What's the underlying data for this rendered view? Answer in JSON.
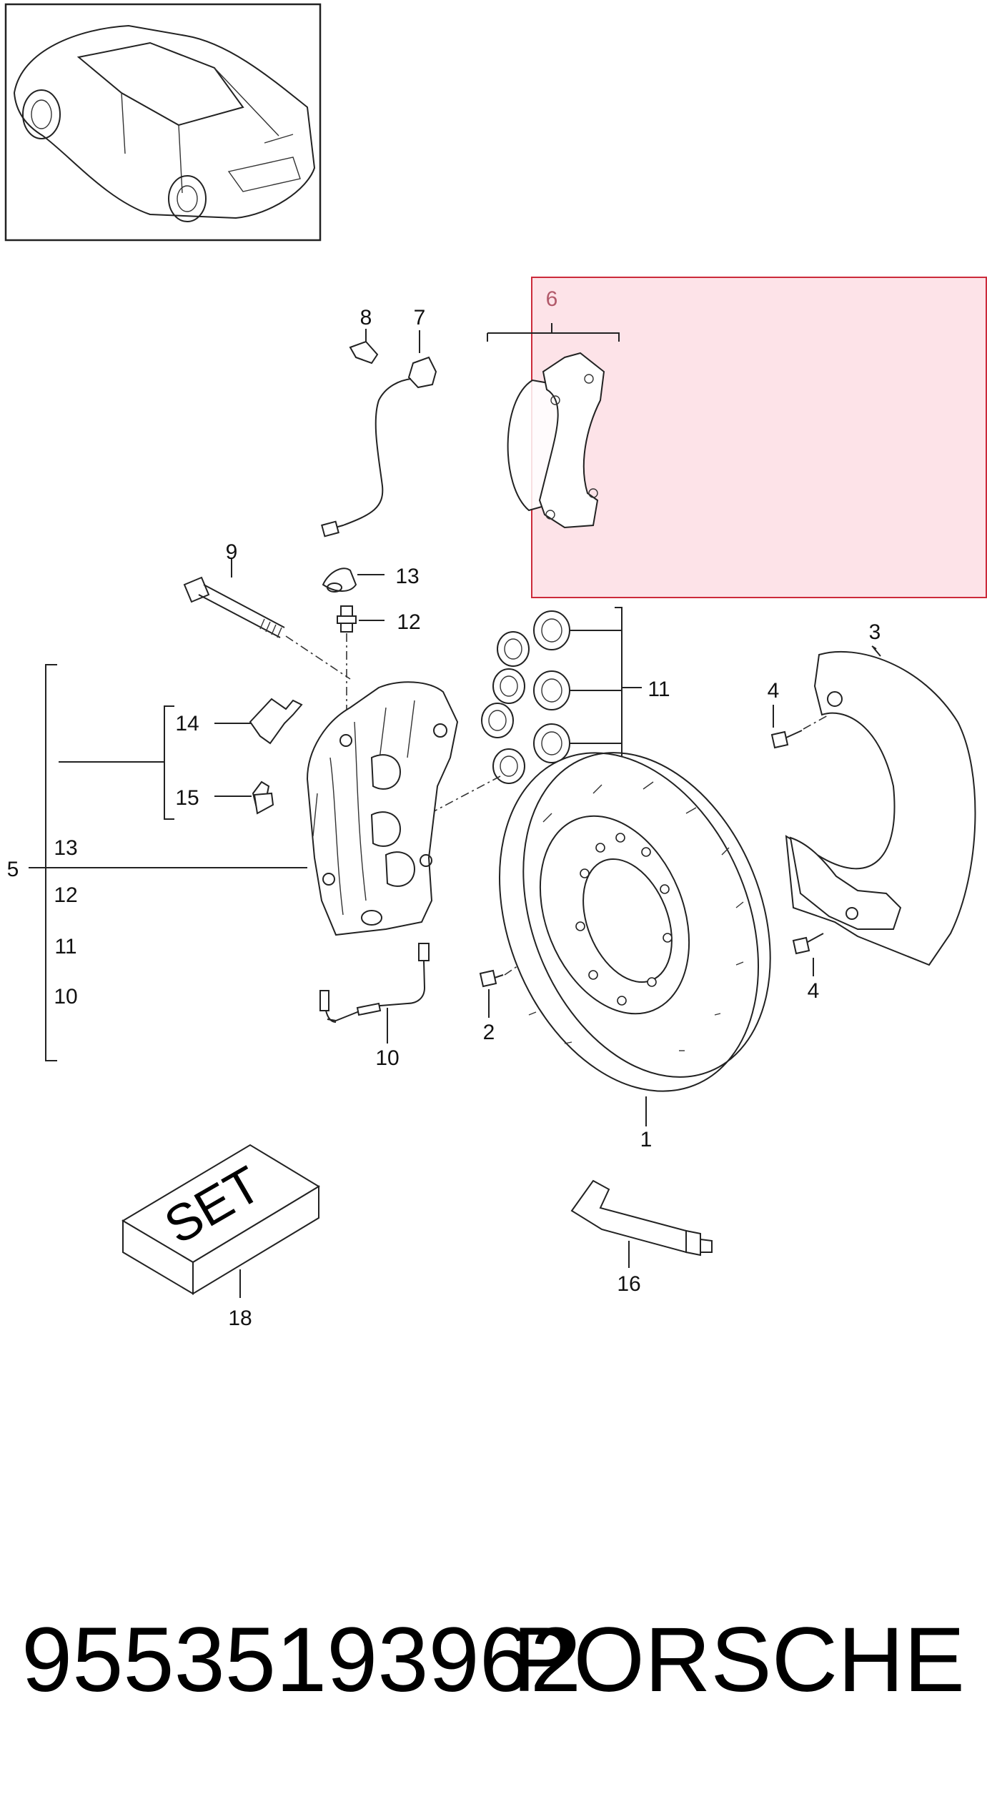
{
  "labels": {
    "p1": "1",
    "p2": "2",
    "p3": "3",
    "p4a": "4",
    "p4b": "4",
    "p5": "5",
    "p6": "6",
    "p7": "7",
    "p8": "8",
    "p9": "9",
    "p10": "10",
    "p11": "11",
    "p12": "12",
    "p13": "13",
    "p14": "14",
    "p15": "15",
    "p16": "16",
    "p18": "18",
    "sub13": "13",
    "sub12": "12",
    "sub11": "11",
    "sub10": "10"
  },
  "kit": {
    "set_text": "SET"
  },
  "footer": {
    "part_number": "95535193962",
    "brand": "PORSCHE"
  },
  "colors": {
    "highlight_fill": "#fde3e8",
    "highlight_border": "#cc2a3a",
    "line": "#222222"
  }
}
